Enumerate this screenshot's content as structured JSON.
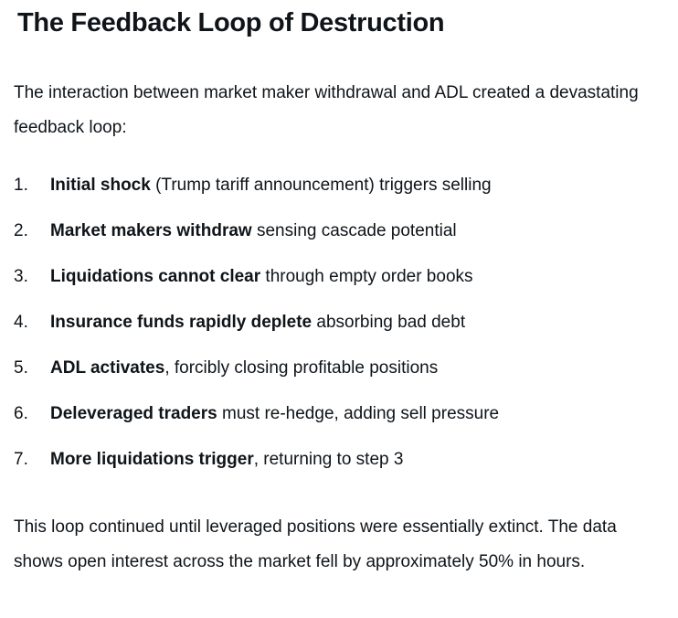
{
  "page": {
    "background_color": "#ffffff",
    "text_color": "#0f1419"
  },
  "article": {
    "heading": "The Feedback Loop of Destruction",
    "intro": "The interaction between market maker withdrawal and ADL created a devastating feedback loop:",
    "list": {
      "items": [
        {
          "number": "1.",
          "bold": "Initial shock",
          "rest": " (Trump tariff announcement) triggers selling"
        },
        {
          "number": "2.",
          "bold": "Market makers withdraw",
          "rest": " sensing cascade potential"
        },
        {
          "number": "3.",
          "bold": "Liquidations cannot clear",
          "rest": " through empty order books"
        },
        {
          "number": "4.",
          "bold": "Insurance funds rapidly deplete",
          "rest": " absorbing bad debt"
        },
        {
          "number": "5.",
          "bold": "ADL activates",
          "rest": ", forcibly closing profitable positions"
        },
        {
          "number": "6.",
          "bold": "Deleveraged traders",
          "rest": " must re-hedge, adding sell pressure"
        },
        {
          "number": "7.",
          "bold": "More liquidations trigger",
          "rest": ", returning to step 3"
        }
      ]
    },
    "outro": "This loop continued until leveraged positions were essentially extinct. The data shows open interest across the market fell by approximately 50% in hours."
  }
}
